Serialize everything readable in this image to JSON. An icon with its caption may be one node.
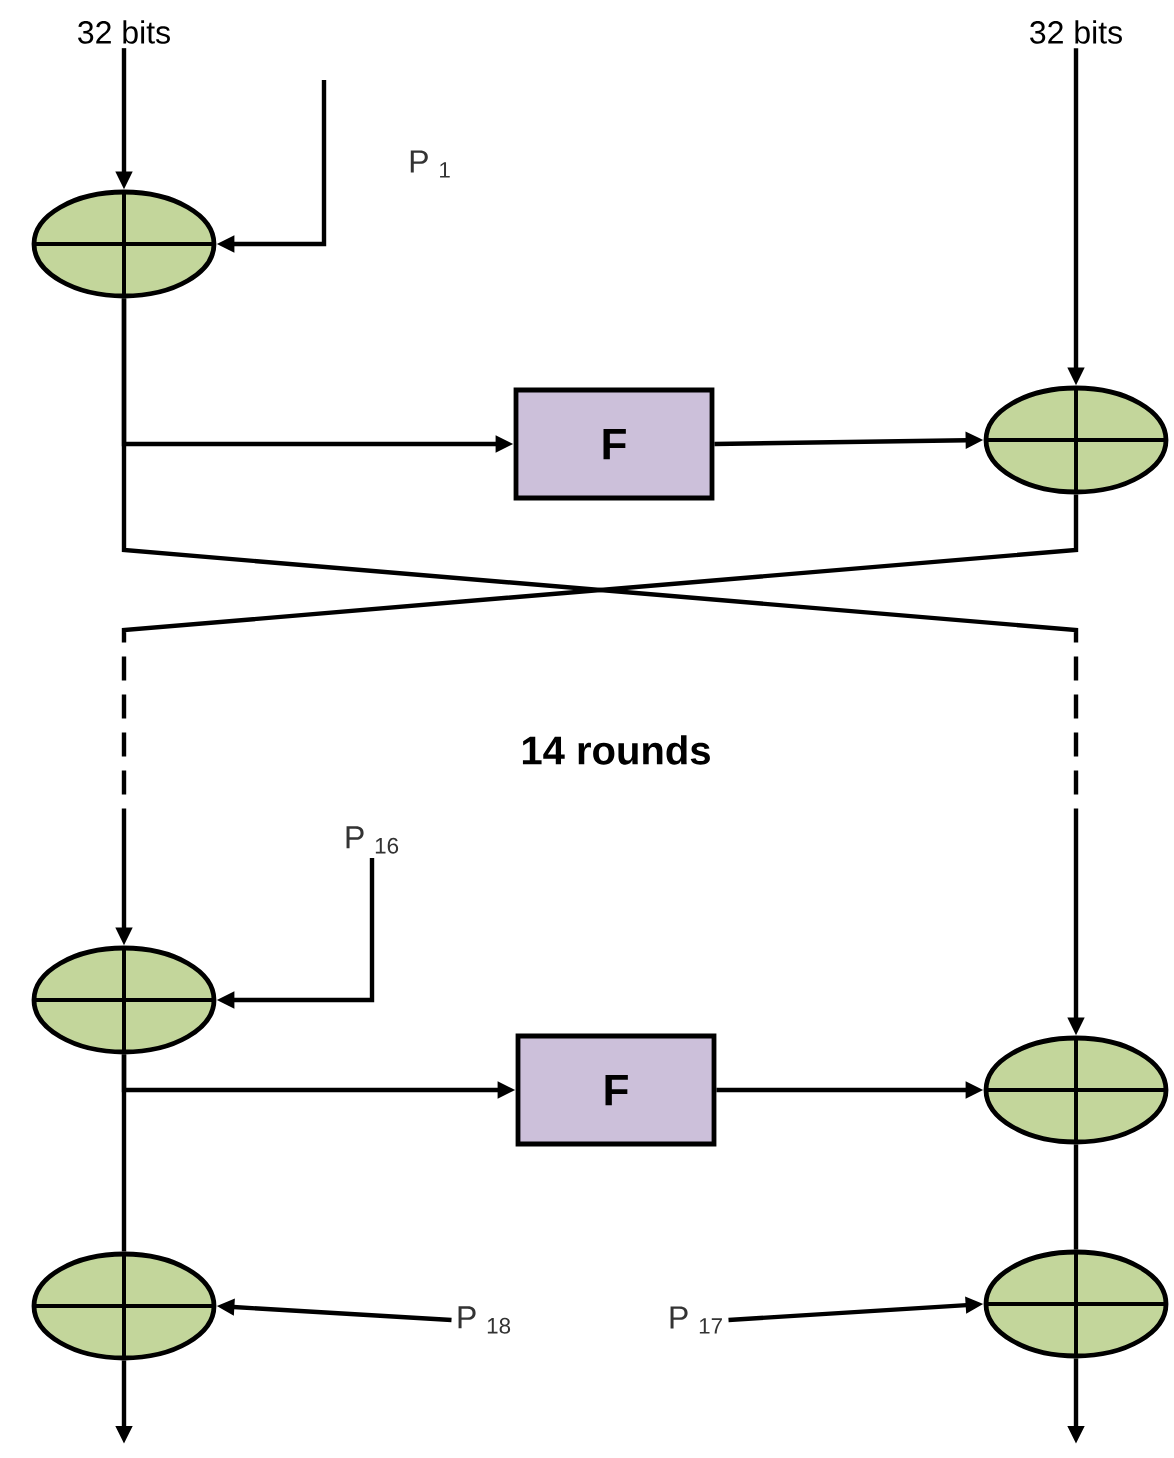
{
  "diagram": {
    "nodes": [
      {
        "text": [
          "32 bits"
        ]
      },
      {
        "text": [
          "32 bits"
        ]
      },
      {
        "text": [],
        "shape": "circle"
      },
      {
        "text": [
          "F"
        ]
      },
      {
        "text": [],
        "shape": "circle"
      },
      {
        "text": [
          "P $_{16}$"
        ]
      },
      {
        "text": [],
        "shape": "circle"
      },
      {
        "text": [
          "F"
        ]
      },
      {
        "text": [],
        "shape": "circle"
      },
      {
        "text": [],
        "shape": "circle"
      },
      {
        "text": [
          "P $_{18}$"
        ]
      },
      {
        "text": [
          "P $_{17}$"
        ]
      },
      {
        "text": [],
        "shape": "circle"
      }
    ],
    "edges": [
      {
        "from": 0,
        "to": 2,
        "arrow": "to"
      },
      {
        "from": null,
        "to": 2,
        "arrow": "to"
      },
      {
        "from": 1,
        "to": 4,
        "arrow": "to"
      },
      {
        "from": 2,
        "to": 3,
        "arrow": "to"
      },
      {
        "from": 3,
        "to": 4,
        "arrow": "to"
      },
      {
        "from": 2,
        "to": 8,
        "arrow": "to",
        "style": "dashed"
      },
      {
        "from": 4,
        "to": 6,
        "arrow": "to",
        "style": "dashed"
      },
      {
        "from": 5,
        "to": 6,
        "arrow": "to"
      },
      {
        "from": 6,
        "to": 7,
        "arrow": "to"
      },
      {
        "from": 7,
        "to": 8,
        "arrow": "to"
      },
      {
        "from": 6,
        "to": 9,
        "arrow": "none"
      },
      {
        "from": 8,
        "to": 12,
        "arrow": "none"
      },
      {
        "from": 10,
        "to": 9,
        "arrow": "to"
      },
      {
        "from": 11,
        "to": 12,
        "arrow": "to"
      },
      {
        "from": 9,
        "to": null,
        "arrow": "to"
      },
      {
        "from": 12,
        "to": null,
        "arrow": "to"
      }
    ],
    "labels": [
      "P $_{1}$",
      "14 rounds"
    ]
  }
}
